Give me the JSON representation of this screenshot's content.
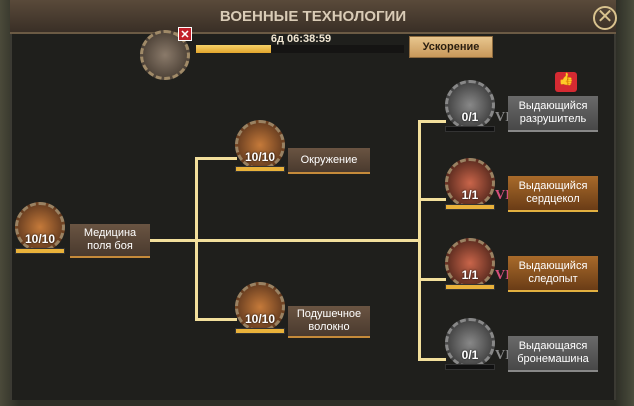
{
  "title": "ВОЕННЫЕ ТЕХНОЛОГИИ",
  "research": {
    "timer": "6д 06:38:59",
    "progress": 0.36,
    "speedup_label": "Ускорение"
  },
  "nodes": [
    {
      "label1": "Медицина",
      "label2": "поля боя",
      "level": "10/10",
      "progress": 1.0
    },
    {
      "label1": "Окружение",
      "label2": "",
      "level": "10/10",
      "progress": 1.0
    },
    {
      "label1": "Подушечное",
      "label2": "волокно",
      "level": "10/10",
      "progress": 1.0
    },
    {
      "label1": "Выдающийся",
      "label2": "разрушитель",
      "level": "0/1",
      "progress": 0,
      "rank": "VI"
    },
    {
      "label1": "Выдающийся",
      "label2": "сердцекол",
      "level": "1/1",
      "progress": 1.0,
      "rank": "VI"
    },
    {
      "label1": "Выдающийся",
      "label2": "следопыт",
      "level": "1/1",
      "progress": 1.0,
      "rank": "VI"
    },
    {
      "label1": "Выдающаяся",
      "label2": "бронемашина",
      "level": "0/1",
      "progress": 0,
      "rank": "VI"
    }
  ]
}
